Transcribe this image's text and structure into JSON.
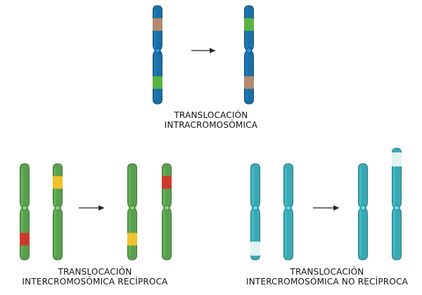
{
  "panels": [
    {
      "id": "intra",
      "caption": [
        "TRANSLOCACIÓN",
        "INTRACROMOSÓMICA"
      ],
      "body_color": "#1a6fa6",
      "chromosomes_before": [
        {
          "bands": [
            {
              "arm": "top",
              "color": "#b58a6f"
            },
            {
              "arm": "bottom",
              "color": "#5bb342"
            }
          ]
        }
      ],
      "chromosomes_after": [
        {
          "bands": [
            {
              "arm": "top",
              "color": "#5bb342"
            },
            {
              "arm": "bottom",
              "color": "#b58a6f"
            }
          ]
        }
      ]
    },
    {
      "id": "reciprocal",
      "caption": [
        "TRANSLOCACIÓN",
        "INTERCROMOSÓMICA RECÍPROCA"
      ],
      "body_color": "#5a9f4f",
      "chromosomes_before": [
        {
          "bands": [
            {
              "arm": "bottom",
              "color": "#cc3a2e"
            }
          ]
        },
        {
          "bands": [
            {
              "arm": "top",
              "color": "#f0c22c"
            }
          ]
        }
      ],
      "chromosomes_after": [
        {
          "bands": [
            {
              "arm": "bottom",
              "color": "#f0c22c"
            }
          ]
        },
        {
          "bands": [
            {
              "arm": "top",
              "color": "#cc3a2e"
            }
          ]
        }
      ]
    },
    {
      "id": "nonreciprocal",
      "caption": [
        "TRANSLOCACIÓN",
        "INTERCROMOSÓMICA NO RECÍPROCA"
      ],
      "body_color": "#3aa9b3",
      "chromosomes_before": [
        {
          "bands": [
            {
              "arm": "bottom-tip",
              "color": "#dff3f2"
            }
          ]
        },
        {
          "bands": []
        }
      ],
      "chromosomes_after": [
        {
          "bands": []
        },
        {
          "bands": [
            {
              "arm": "top-tip",
              "color": "#dff3f2"
            }
          ]
        }
      ]
    }
  ],
  "arrow_color": "#222222"
}
